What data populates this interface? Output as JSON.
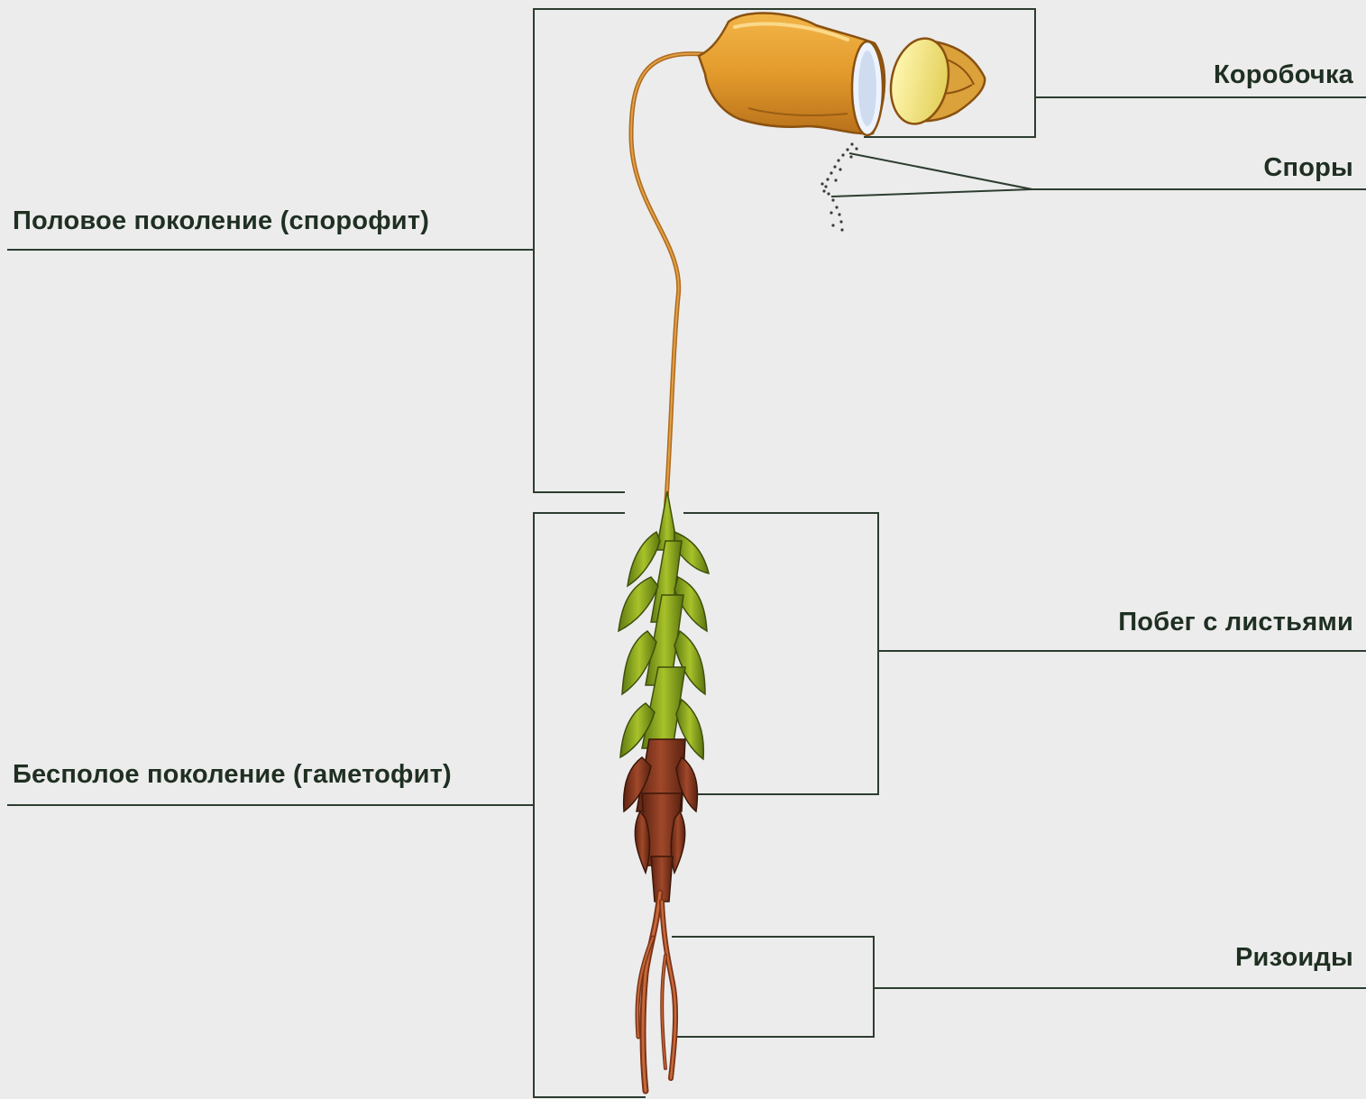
{
  "labels": {
    "capsule": "Коробочка",
    "spores": "Споры",
    "sporophyte": "Половое поколение (спорофит)",
    "gametophyte": "Бесполое поколение (гаметофит)",
    "leafy_shoot": "Побег с листьями",
    "rhizoids": "Ризоиды"
  },
  "colors": {
    "background": "#ececec",
    "leader_lines": "#2d3d30",
    "text": "#1f2f22",
    "capsule": "#e39a2c",
    "leaves_green": "#7a9a1c",
    "leaves_brown": "#8a3a1e",
    "rhizoids": "#b5532a"
  }
}
